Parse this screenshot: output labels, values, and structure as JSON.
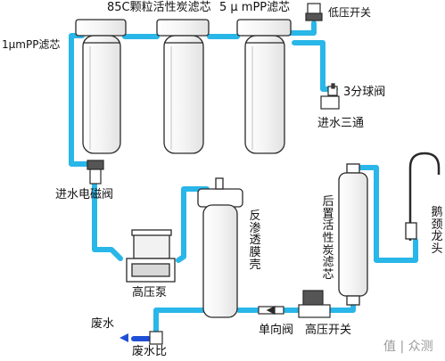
{
  "labels": {
    "filter_85c": "85C颗粒活性炭滤芯",
    "filter_5um": "5 μ mPP滤芯",
    "filter_1um": "1μmPP滤芯",
    "low_pressure_switch": "低压开关",
    "ball_valve": "3分球阀",
    "inlet_tee": "进水三通",
    "inlet_solenoid": "进水电磁阀",
    "pump": "高压泵",
    "ro_membrane": [
      "反",
      "渗",
      "透",
      "膜",
      "壳"
    ],
    "post_carbon": [
      "后",
      "置",
      "活",
      "性",
      "炭",
      "滤",
      "芯"
    ],
    "faucet": [
      "鹅",
      "颈",
      "龙",
      "头"
    ],
    "waste_water": "废水",
    "waste_ratio": "废水比",
    "check_valve": "单向阀",
    "high_pressure_switch": "高压开关"
  },
  "watermark": "值 | 众测",
  "colors": {
    "pipe": "#29b6e8",
    "waste_pipe": "#1f4fd6",
    "line": "#2a2a2a"
  }
}
